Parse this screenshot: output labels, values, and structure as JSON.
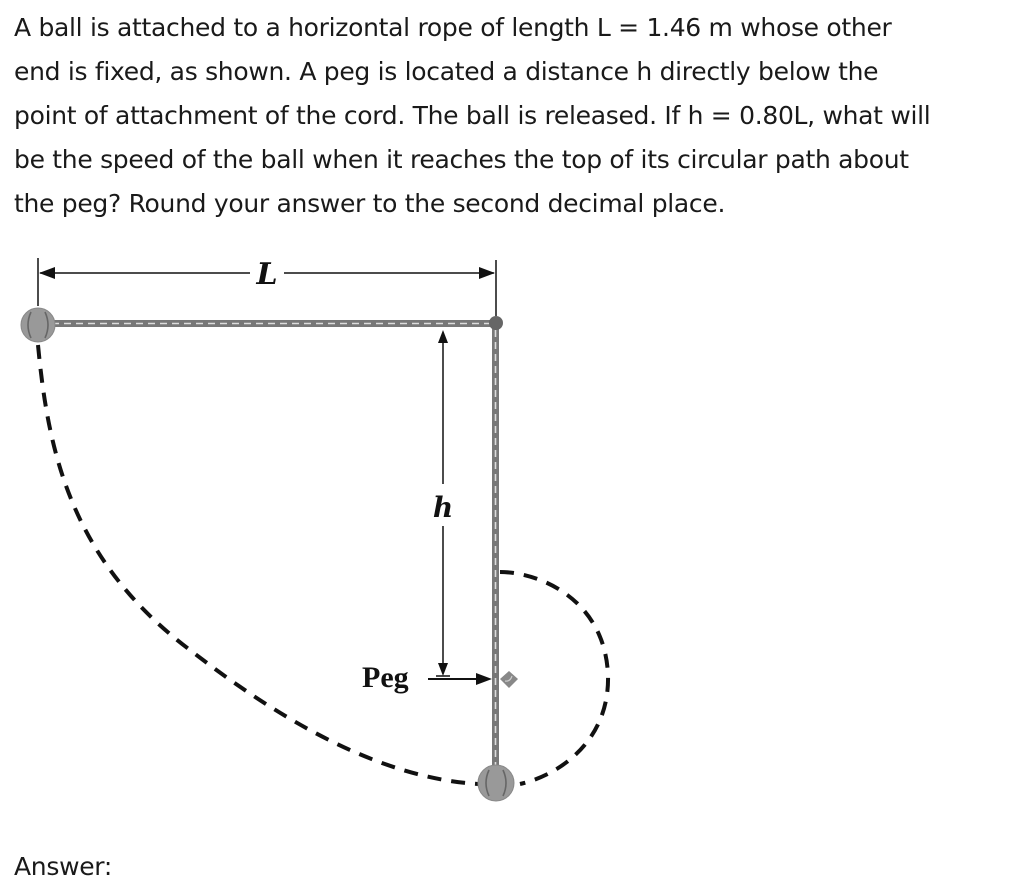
{
  "question": {
    "lines": [
      "A ball is attached to a horizontal rope of length L = 1.46 m whose other",
      "end is fixed, as shown. A peg is located a distance h directly below the",
      "point of attachment of the cord. The ball is released. If h = 0.80L, what will",
      "be the speed of the ball when it reaches the top of its circular path about",
      "the peg? Round your answer to the second decimal place."
    ]
  },
  "figure": {
    "length_label": "L",
    "height_label": "h",
    "peg_label": "Peg",
    "colors": {
      "rope": "#777777",
      "ball": "#999999",
      "path": "#111111"
    }
  },
  "answer": {
    "label": "Answer:"
  }
}
